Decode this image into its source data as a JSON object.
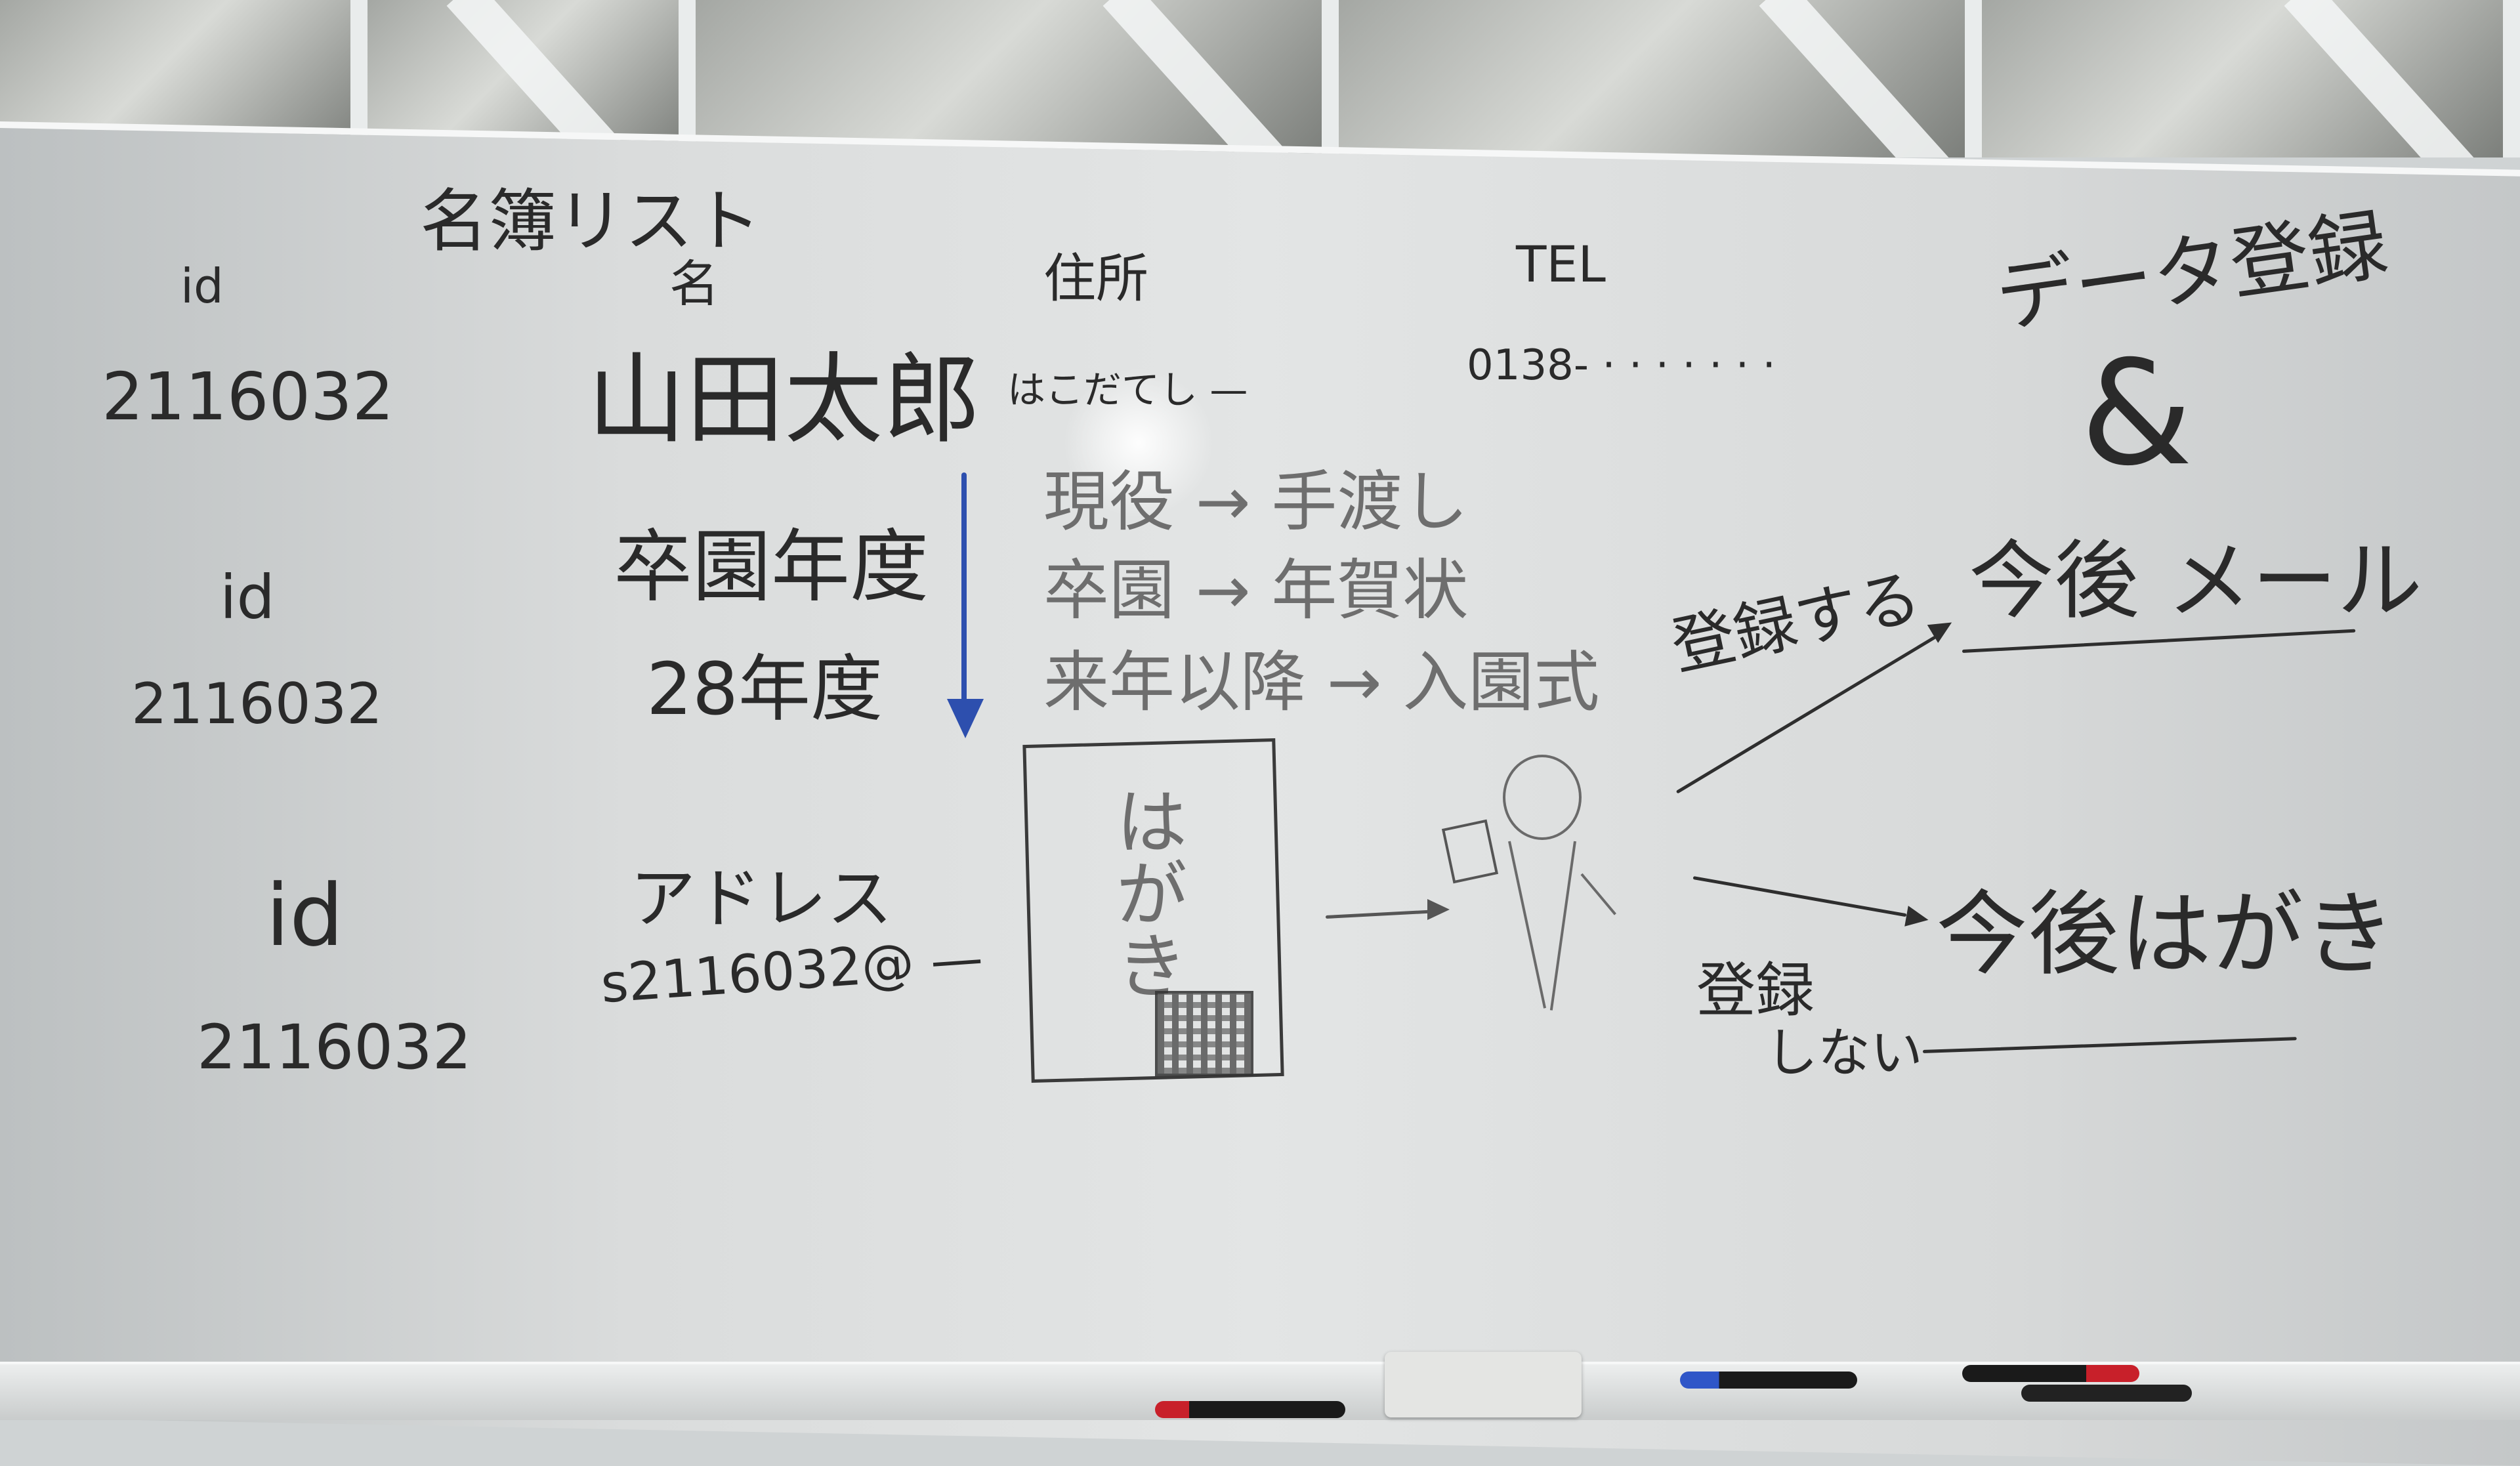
{
  "board": {
    "title": "名簿リスト",
    "headers": {
      "id": "id",
      "name": "名",
      "address": "住所",
      "tel": "TEL"
    },
    "row1": {
      "id": "2116032",
      "name": "山田太郎",
      "address": "はこだてし —",
      "tel": "0138- · · · · · · ·"
    },
    "row2": {
      "id_label": "id",
      "id": "2116032",
      "grad_label": "卒園年度",
      "grad_value": "28年度"
    },
    "row3": {
      "id_label": "id",
      "id": "2116032",
      "address_label": "アドレス",
      "address_value": "s2116032@ —"
    },
    "flow": {
      "line1": "現役 → 手渡し",
      "line2": "卒園 → 年賀状",
      "line3": "来年以降 → 入園式",
      "hagaki": "はがき",
      "register_top": "データ登録",
      "ampersand": "&",
      "mail_future": "今後 メール",
      "register_yes": "登録する",
      "register_no_1": "登録",
      "register_no_2": "しない",
      "hagaki_future": "今後はがき"
    }
  },
  "colors": {
    "ink_black": "#2a2a2a",
    "ink_blue": "#2d4fae",
    "board": "#e0e2e2"
  },
  "markers": [
    {
      "name": "blue-marker",
      "color": "#2f56c8"
    },
    {
      "name": "red-marker",
      "color": "#c8202a"
    },
    {
      "name": "black-marker",
      "color": "#222222"
    }
  ]
}
